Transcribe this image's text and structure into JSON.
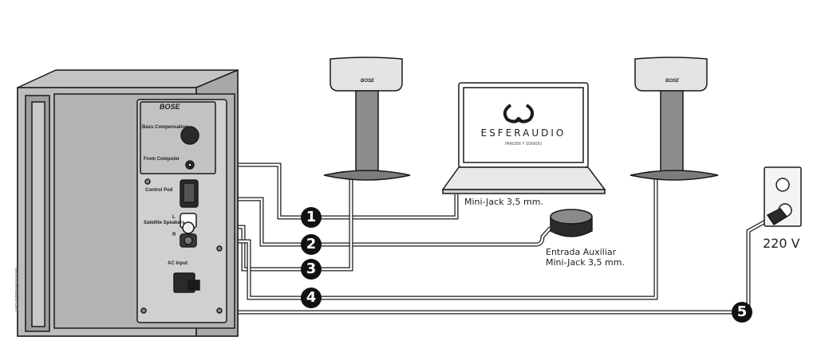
{
  "subwoofer": {
    "brand": "BOSE",
    "bass_label": "Bass Compensation",
    "from_computer_label": "From Computer",
    "control_pod_label": "Control Pod",
    "satellite_label": "Satellite Speakers",
    "l_label": "L",
    "r_label": "R",
    "ac_input_label": "AC Input",
    "side_text": "www.esferaudio.com"
  },
  "satellite_brand": "BOSE",
  "laptop": {
    "logo_text": "ESFERAUDIO",
    "logo_tagline": "IMAGEN Y SONIDO",
    "caption": "Mini-Jack 3,5 mm."
  },
  "control_pod": {
    "caption_line1": "Entrada Auxiliar",
    "caption_line2": "Mini-Jack 3,5 mm."
  },
  "outlet": {
    "voltage": "220 V"
  },
  "steps": [
    "1",
    "2",
    "3",
    "4",
    "5"
  ],
  "colors": {
    "line": "#1a1a1a",
    "cable_fill": "#ffffff",
    "box_fill": "#bdbdbd",
    "dark": "#111111"
  }
}
